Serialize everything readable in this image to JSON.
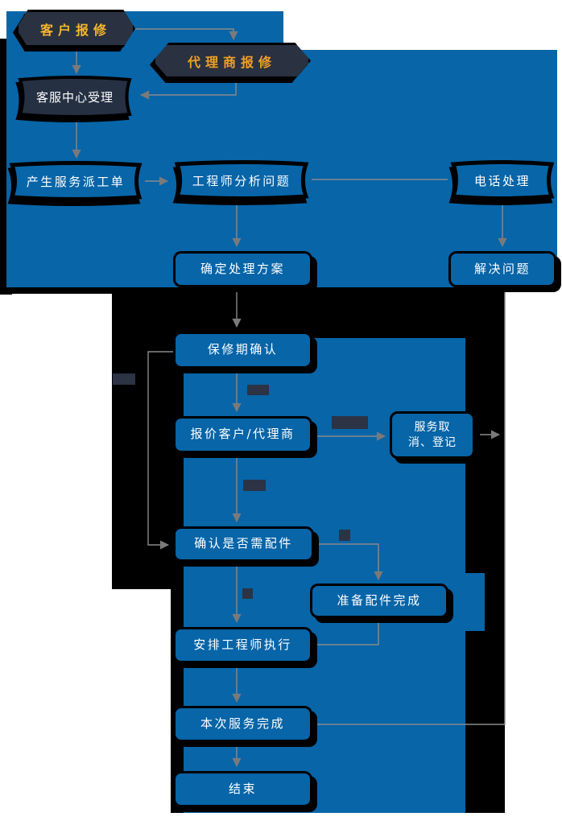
{
  "flowchart": {
    "nodes": {
      "customer_report": "客户报修",
      "agent_report": "代理商报修",
      "service_center_accept": "客服中心受理",
      "create_work_order": "产生服务派工单",
      "engineer_analyze": "工程师分析问题",
      "phone_handle": "电话处理",
      "determine_solution": "确定处理方案",
      "solve_problem": "解决问题",
      "warranty_confirm": "保修期确认",
      "quote_customer_agent": "报价客户/代理商",
      "service_cancel_register": "服务取消、登记",
      "confirm_parts_needed": "确认是否需配件",
      "parts_ready": "准备配件完成",
      "assign_engineer": "安排工程师执行",
      "service_complete": "本次服务完成",
      "end": "结束"
    },
    "colors": {
      "process_blue": "#0765a8",
      "dark_shape": "#2a3140",
      "decision_tag": "#2b3345",
      "customer_text_gold": "#f6b52b",
      "agent_text_orange": "#efa027",
      "connector_gray": "#8a8a8a",
      "node_text": "#ffffff",
      "background_black": "#000000",
      "background_white": "#ffffff"
    }
  }
}
